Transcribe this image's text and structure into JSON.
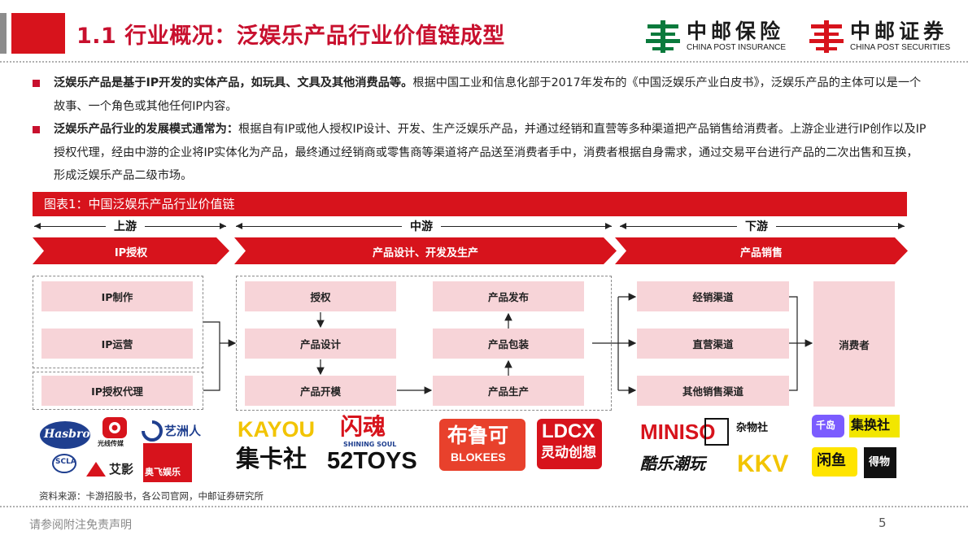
{
  "header": {
    "title": "1.1 行业概况：泛娱乐产品行业价值链成型"
  },
  "logos": {
    "insurance": {
      "cn": "中邮保险",
      "en": "CHINA POST INSURANCE",
      "icon": "china-post-logo-icon",
      "color": "#0a7a3c"
    },
    "securities": {
      "cn": "中邮证券",
      "en": "CHINA POST SECURITIES",
      "icon": "china-post-logo-icon",
      "color": "#d7131c"
    }
  },
  "bullets": [
    {
      "bold": "泛娱乐产品是基于IP开发的实体产品，如玩具、文具及其他消费品等。",
      "text": "根据中国工业和信息化部于2017年发布的《中国泛娱乐产业白皮书》，泛娱乐产品的主体可以是一个故事、一个角色或其他任何IP内容。"
    },
    {
      "bold": "泛娱乐产品行业的发展模式通常为：",
      "text": "根据自有IP或他人授权IP设计、开发、生产泛娱乐产品，并通过经销和直营等多种渠道把产品销售给消费者。上游企业进行IP创作以及IP授权代理，经由中游的企业将IP实体化为产品，最终通过经销商或零售商等渠道将产品送至消费者手中，消费者根据自身需求，通过交易平台进行产品的二次出售和互换，形成泛娱乐产品二级市场。"
    }
  ],
  "figure": {
    "title": "图表1：中国泛娱乐产品行业价值链",
    "tiers": {
      "upstream": "上游",
      "midstream": "中游",
      "downstream": "下游"
    },
    "stages": {
      "ip_license": "IP授权",
      "product_dev": "产品设计、开发及生产",
      "sales": "产品销售"
    },
    "upstream_nodes": [
      "IP制作",
      "IP运营",
      "IP授权代理"
    ],
    "midstream_left": [
      "授权",
      "产品设计",
      "产品开模"
    ],
    "midstream_right": [
      "产品发布",
      "产品包装",
      "产品生产"
    ],
    "downstream_channels": [
      "经销渠道",
      "直营渠道",
      "其他销售渠道"
    ],
    "consumer": "消费者",
    "brands": {
      "upstream": [
        "Hasbro",
        "光线传媒",
        "艺洲人",
        "SCLA",
        "艾影",
        "奥飞娱乐"
      ],
      "midstream": [
        "KAYOU",
        "闪魂",
        "SHINING SOUL",
        "集卡社",
        "52TOYS",
        "布鲁可",
        "BLOKEES",
        "LDCX",
        "灵动创想"
      ],
      "downstream": [
        "MINISO",
        "杂物社",
        "酷乐潮玩",
        "KKV",
        "千岛",
        "集换社",
        "闲鱼",
        "得物"
      ]
    }
  },
  "source": "资料来源：卡游招股书，各公司官网，中邮证券研究所",
  "footer": {
    "disclaimer": "请参阅附注免责声明",
    "page": "5"
  },
  "colors": {
    "accent": "#d7131c",
    "title": "#c8102e",
    "node_fill": "#f7d4d8"
  }
}
